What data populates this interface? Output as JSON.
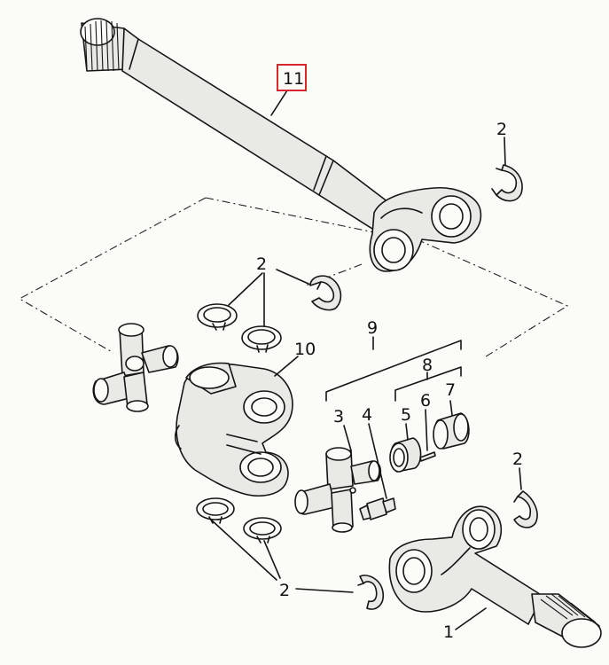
{
  "labels": {
    "shaft_long": "11",
    "yoke_shaft_short": "1",
    "snap_ring": "2",
    "cross_spider_small": "3",
    "grease_nipple": "4",
    "seal": "5",
    "pin": "6",
    "bearing_cup": "7",
    "bearing_kit": "8",
    "spider_kit": "9",
    "center_yoke": "10"
  },
  "highlight_color": "#d8262f",
  "line_color": "#151515"
}
